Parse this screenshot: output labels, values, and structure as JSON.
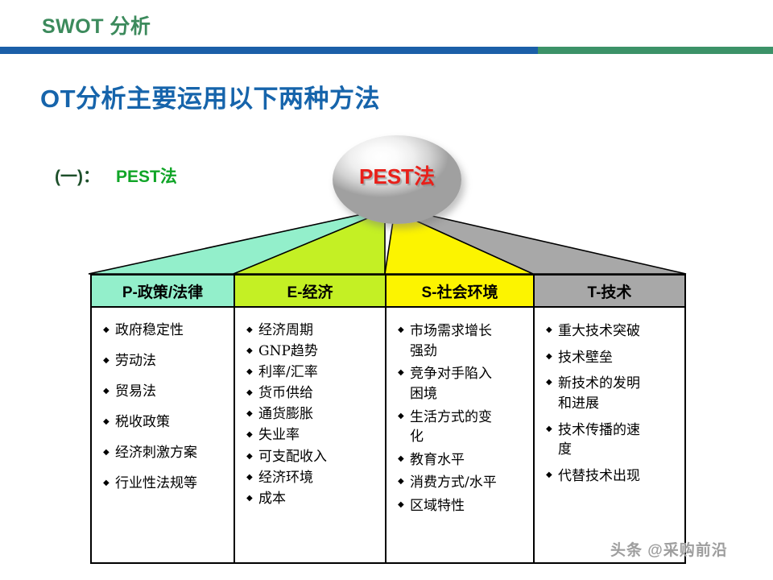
{
  "header": {
    "title": "SWOT 分析",
    "rule_left_color": "#1b5fa8",
    "rule_right_color": "#3c9268"
  },
  "page_title": "OT分析主要运用以下两种方法",
  "subtitle": {
    "index": "(一)：",
    "label": "PEST法",
    "index_color": "#1d4f2a",
    "label_color": "#10a527"
  },
  "sphere": {
    "label": "PEST法",
    "label_color": "#e8201a"
  },
  "roof": {
    "segments": [
      {
        "name": "P",
        "color": "#93efcb"
      },
      {
        "name": "E",
        "color": "#c4f024"
      },
      {
        "name": "S",
        "color": "#fcf400"
      },
      {
        "name": "T",
        "color": "#a8a8a8"
      }
    ]
  },
  "table": {
    "columns": [
      {
        "key": "P",
        "header": "P-政策/法律",
        "header_color": "#93efcb",
        "items": [
          "政府稳定性",
          "劳动法",
          "贸易法",
          "税收政策",
          "经济刺激方案",
          "行业性法规等"
        ]
      },
      {
        "key": "E",
        "header": "E-经济",
        "header_color": "#c4f024",
        "items": [
          "经济周期",
          "GNP趋势",
          "利率/汇率",
          "货币供给",
          "通货膨胀",
          "失业率",
          "可支配收入",
          "经济环境",
          "成本"
        ]
      },
      {
        "key": "S",
        "header": "S-社会环境",
        "header_color": "#fcf400",
        "items": [
          "市场需求增长\n强劲",
          "竞争对手陷入\n困境",
          "生活方式的变\n化",
          "教育水平",
          "消费方式/水平",
          "区域特性"
        ]
      },
      {
        "key": "T",
        "header": "T-技术",
        "header_color": "#a8a8a8",
        "items": [
          "重大技术突破",
          "技术壁垒",
          "新技术的发明\n和进展",
          "技术传播的速\n度",
          "代替技术出现"
        ]
      }
    ]
  },
  "watermark": "头条 @采购前沿"
}
